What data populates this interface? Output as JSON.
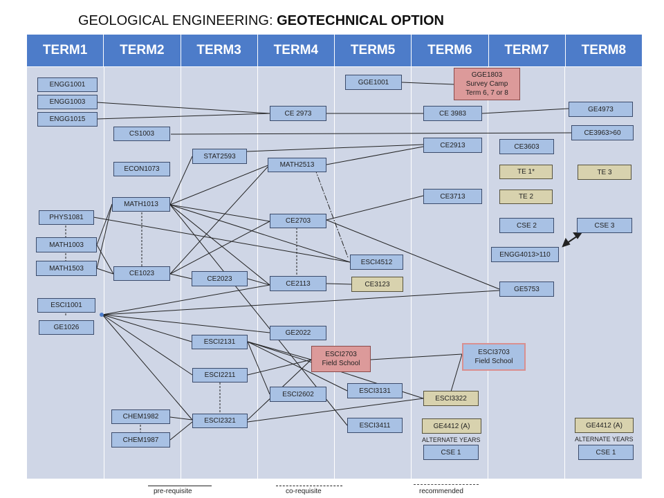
{
  "title": {
    "prefix": "GEOLOGICAL ENGINEERING: ",
    "emphasis": "GEOTECHNICAL OPTION"
  },
  "terms": [
    "TERM1",
    "TERM2",
    "TERM3",
    "TERM4",
    "TERM5",
    "TERM6",
    "TERM7",
    "TERM8"
  ],
  "courses": {
    "engg1001": "ENGG1001",
    "engg1003": "ENGG1003",
    "engg1015": "ENGG1015",
    "phys1081": "PHYS1081",
    "math1003": "MATH1003",
    "math1503": "MATH1503",
    "esci1001": "ESCI1001",
    "ge1026": "GE1026",
    "cs1003": "CS1003",
    "econ1073": "ECON1073",
    "math1013": "MATH1013",
    "ce1023": "CE1023",
    "chem1982": "CHEM1982",
    "chem1987": "CHEM1987",
    "stat2593": "STAT2593",
    "ce2023": "CE2023",
    "esci2131": "ESCI2131",
    "esci2211": "ESCI2211",
    "esci2321": "ESCI2321",
    "ce2973": "CE 2973",
    "math2513": "MATH2513",
    "ce2703": "CE2703",
    "ce2113": "CE2113",
    "ge2022": "GE2022",
    "esci2602": "ESCI2602",
    "gge1001": "GGE1001",
    "esci4512": "ESCI4512",
    "ce3123": "CE3123",
    "esci2703": "ESCI2703\nField School",
    "esci3131": "ESCI3131",
    "esci3411": "ESCI3411",
    "gge1803": "GGE1803\nSurvey Camp\nTerm 6, 7 or 8",
    "ce3983": "CE 3983",
    "ce2913": "CE2913",
    "ce3713": "CE3713",
    "esci3322": "ESCI3322",
    "ge4412a_t6": "GE4412 (A)",
    "cse1_t6": "CSE 1",
    "ce3603": "CE3603",
    "te1": "TE 1*",
    "te2": "TE 2",
    "cse2": "CSE 2",
    "engg4013": "ENGG4013>110",
    "ge5753": "GE5753",
    "esci3703": "ESCI3703\nField School",
    "ge4973": "GE4973",
    "ce3963": "CE3963>60",
    "te3": "TE 3",
    "cse3": "CSE 3",
    "ge4412a_t8": "GE4412 (A)",
    "cse1_t8": "CSE 1"
  },
  "notes": {
    "alt_t6": "ALTERNATE YEARS",
    "alt_t8": "ALTERNATE YEARS"
  },
  "legend": {
    "prereq": "pre-requisite",
    "coreq": "co-requisite",
    "recommended": "recommended"
  },
  "colors": {
    "header": "#4d7cc9",
    "body": "#cfd6e6",
    "course_core": "#a8c1e4",
    "course_elective": "#d8d2ae",
    "course_field": "#dc9a9a"
  }
}
